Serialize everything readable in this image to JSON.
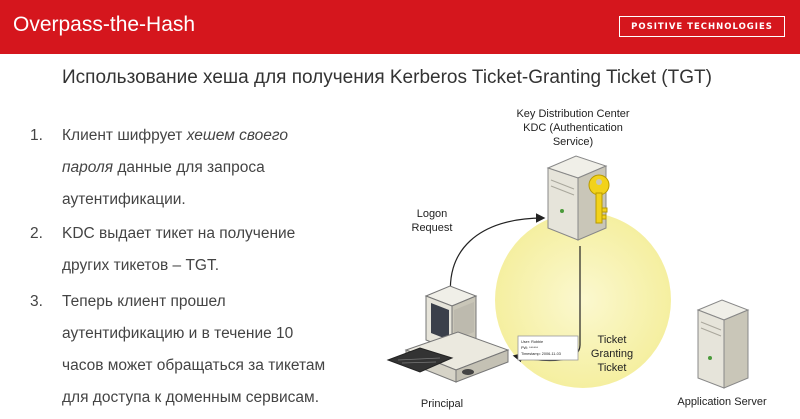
{
  "header": {
    "title": "Overpass-the-Hash",
    "logo_text": "POSITIVE TECHNOLOGIES"
  },
  "subtitle": "Использование хеша для получения Kerberos Ticket-Granting Ticket (TGT)",
  "steps": [
    {
      "number": "1.",
      "line1_a": "Клиент шифрует ",
      "line1_em": "хешем своего",
      "line2_em": "пароля",
      "line2_b": " данные для запроса",
      "line3": "аутентификации."
    },
    {
      "number": "2.",
      "line1": "KDC выдает тикет на получение",
      "line2": "других тикетов – TGT."
    },
    {
      "number": "3.",
      "line1": "Теперь клиент прошел",
      "line2": "аутентификацию и в течение 10",
      "line3": "часов может обращаться за тикетам",
      "line4": "для доступа к доменным сервисам."
    }
  ],
  "diagram": {
    "kdc_label_1": "Key Distribution Center",
    "kdc_label_2": "KDC (Authentication",
    "kdc_label_3": "Service)",
    "logon_1": "Logon",
    "logon_2": "Request",
    "ticket_1": "Ticket",
    "ticket_2": "Granting",
    "ticket_3": "Ticket",
    "principal": "Principal",
    "app_server": "Application Server",
    "ticket_card_1": "User: Robbie",
    "ticket_card_2": "PW: ******",
    "ticket_card_3": "Timestamp: 2006-11-03"
  },
  "colors": {
    "header_red": "#d5161d",
    "glow_yellow": "#f7f3b0",
    "key_yellow": "#f2d21b"
  }
}
